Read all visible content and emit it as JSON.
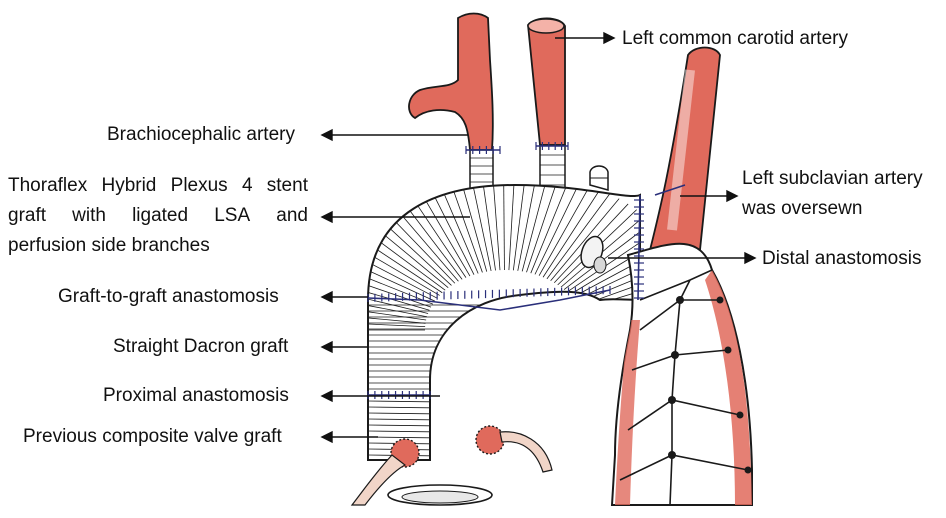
{
  "labels": {
    "left_carotid": "Left common carotid artery",
    "brachiocephalic": "Brachiocephalic artery",
    "thoraflex_line1": [
      "Thoraflex",
      "Hybrid",
      "Plexus",
      "4",
      "stent"
    ],
    "thoraflex_line2": [
      "graft",
      "with",
      "ligated",
      "LSA",
      "and"
    ],
    "thoraflex_line3": "perfusion side branches",
    "left_subclavian_line1": "Left subclavian artery",
    "left_subclavian_line2": "was oversewn",
    "distal_anastomosis": "Distal anastomosis",
    "graft_to_graft": "Graft-to-graft anastomosis",
    "straight_dacron": "Straight Dacron graft",
    "proximal_anastomosis": "Proximal anastomosis",
    "previous_valve_graft": "Previous composite valve graft"
  },
  "colors": {
    "vessel_red": "#e06a5c",
    "outline": "#1a1a1a",
    "suture": "#2a2f7a",
    "text": "#111111"
  }
}
